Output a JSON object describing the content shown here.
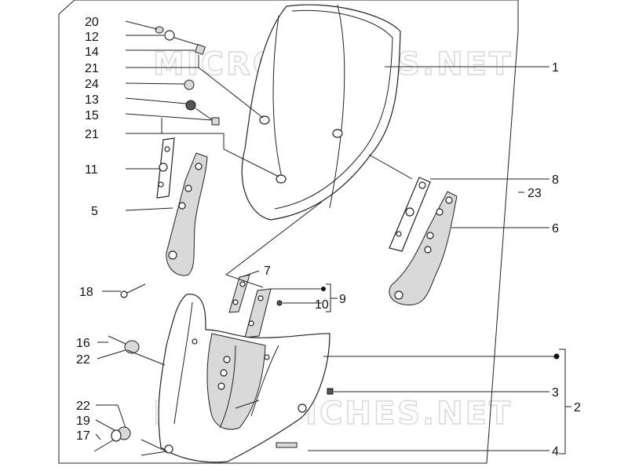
{
  "watermark": "MICROFICHES.NET",
  "callouts": {
    "c1": "1",
    "c2": "2",
    "c3": "3",
    "c4": "4",
    "c5": "5",
    "c6": "6",
    "c7": "7",
    "c8": "8",
    "c9": "9",
    "c10": "10",
    "c11": "11",
    "c12": "12",
    "c13": "13",
    "c14": "14",
    "c15": "15",
    "c16": "16",
    "c17": "17",
    "c18": "18",
    "c19": "19",
    "c20": "20",
    "c21a": "21",
    "c21b": "21",
    "c22a": "22",
    "c22b": "22",
    "c23": "23",
    "c24": "24"
  }
}
